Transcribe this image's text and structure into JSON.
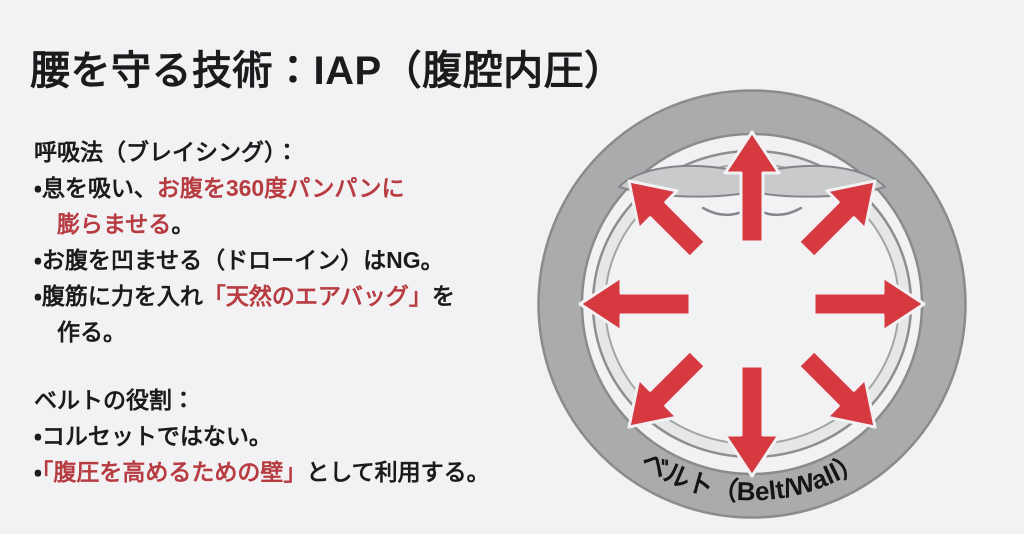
{
  "title": "腰を守る技術：IAP（腹腔内圧）",
  "breathing": {
    "heading": "呼吸法（ブレイシング）：",
    "bullet1_pre": "・息を吸い、",
    "bullet1_red": "お腹を360度パンパンに",
    "bullet1_cont_red": "膨らませる",
    "bullet1_cont_post": "。",
    "bullet2": "・お腹を凹ませる（ドローイン）はNG。",
    "bullet3_pre": "・腹筋に力を入れ",
    "bullet3_red": "「天然のエアバッグ」",
    "bullet3_post": "を",
    "bullet3_cont": "作る。"
  },
  "belt": {
    "heading": "ベルトの役割：",
    "bullet1": "・コルセットではない。",
    "bullet2_pre": "・",
    "bullet2_red": "「腹圧を高めるための壁」",
    "bullet2_post": "として利用する。"
  },
  "diagram": {
    "label": "ベルト（Belt/Wall）",
    "arrow_directions": [
      "N",
      "NE",
      "E",
      "SE",
      "S",
      "SW",
      "W",
      "NW"
    ]
  },
  "colors": {
    "background": "#f2f2f4",
    "ink": "#1a1b1d",
    "accent_red_text": "#b73c41",
    "arrow_red": "#d6393f",
    "ring_gray": "#aaabad",
    "ring_edge_gray": "#8a8b8d"
  }
}
